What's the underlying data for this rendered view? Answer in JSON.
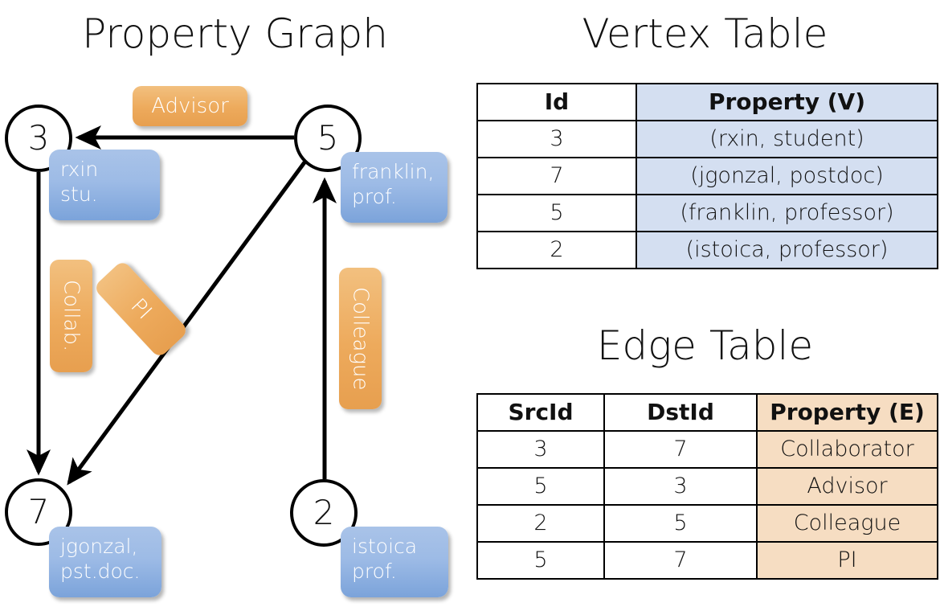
{
  "titles": {
    "property_graph": "Property Graph",
    "vertex_table": "Vertex Table",
    "edge_table": "Edge Table"
  },
  "graph": {
    "vertices": [
      {
        "id": "3",
        "property": "rxin\nstu."
      },
      {
        "id": "5",
        "property": "franklin,\nprof."
      },
      {
        "id": "7",
        "property": "jgonzal,\npst.doc."
      },
      {
        "id": "2",
        "property": "istoica\nprof."
      }
    ],
    "edge_labels": [
      {
        "name": "advisor",
        "text": "Advisor"
      },
      {
        "name": "collab",
        "text": "Collab."
      },
      {
        "name": "pi",
        "text": "PI"
      },
      {
        "name": "colleague",
        "text": "Colleague"
      }
    ]
  },
  "vertex_table": {
    "headers": [
      "Id",
      "Property (V)"
    ],
    "rows": [
      {
        "id": "3",
        "property": "(rxin, student)"
      },
      {
        "id": "7",
        "property": "(jgonzal, postdoc)"
      },
      {
        "id": "5",
        "property": "(franklin, professor)"
      },
      {
        "id": "2",
        "property": "(istoica, professor)"
      }
    ]
  },
  "edge_table": {
    "headers": [
      "SrcId",
      "DstId",
      "Property (E)"
    ],
    "rows": [
      {
        "src": "3",
        "dst": "7",
        "property": "Collaborator"
      },
      {
        "src": "5",
        "dst": "3",
        "property": "Advisor"
      },
      {
        "src": "2",
        "dst": "5",
        "property": "Colleague"
      },
      {
        "src": "5",
        "dst": "7",
        "property": "PI"
      }
    ]
  },
  "colors": {
    "vertex_property_blue": "#9dbbe6",
    "edge_label_orange": "#edaa5c",
    "table_blue": "#d4dff1",
    "table_orange": "#f6ddc2",
    "stroke": "#000000"
  }
}
